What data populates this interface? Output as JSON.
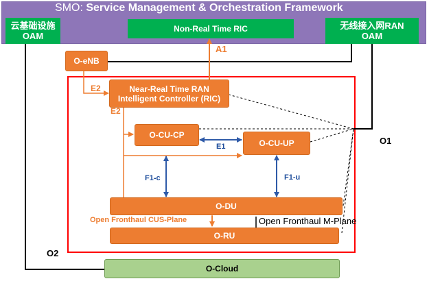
{
  "smo": {
    "prefix": "SMO:",
    "title": "Service Management & Orchestration Framework",
    "colors": {
      "band": "#8e76b8",
      "band_border": "#7a64a6"
    }
  },
  "boxes": {
    "cloud_oam": "云基础设施\nOAM",
    "non_rt_ric": "Non-Real Time RIC",
    "ran_oam": "无线接入网RAN\nOAM",
    "oenb": "O-eNB",
    "near_rt_ric": "Near-Real Time RAN\nIntelligent Controller (RIC)",
    "ocu_cp": "O-CU-CP",
    "ocu_up": "O-CU-UP",
    "odu": "O-DU",
    "oru": "O-RU",
    "ocloud": "O-Cloud"
  },
  "interfaces": {
    "a1": "A1",
    "e2_top": "E2",
    "e2_left": "E2",
    "e1": "E1",
    "f1c": "F1-c",
    "f1u": "F1-u",
    "o1": "O1",
    "o2": "O2",
    "cus_plane": "Open Fronthaul CUS-Plane",
    "m_plane": "Open Fronthaul M-Plane"
  },
  "colors": {
    "orange": "#ed7d31",
    "green": "#00b050",
    "ocloud_fill": "#a9d18e",
    "red_frame": "#ff0000",
    "blue_arrow": "#2e5aa8",
    "interface_blue": "#1f4e9c",
    "black": "#000000"
  }
}
